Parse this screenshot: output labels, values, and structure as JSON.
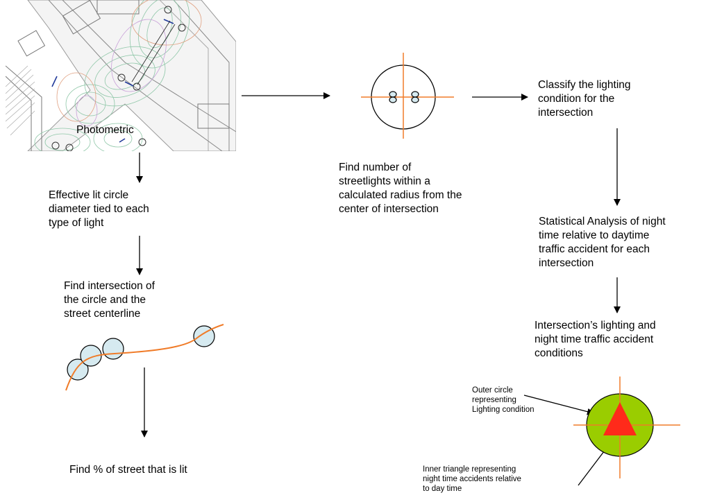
{
  "photometric": {
    "caption": "Photometric"
  },
  "steps": {
    "effective_lit_circle": "Effective lit circle\ndiameter tied to each\ntype of light",
    "find_intersection": "Find intersection of\nthe circle and the\nstreet centerline",
    "find_percent_lit": "Find % of street that is lit",
    "find_streetlights": "Find number of\nstreetlights within a\ncalculated radius from the\ncenter of intersection",
    "classify_lighting": "Classify the lighting\ncondition for the\nintersection",
    "statistical_analysis": "Statistical Analysis of night\ntime relative to daytime\ntraffic accident for each\nintersection",
    "intersection_conditions": "Intersection’s lighting and\nnight time traffic accident\nconditions"
  },
  "legend": {
    "outer_circle": "Outer circle\nrepresenting\nLighting condition",
    "inner_triangle": "Inner triangle representing\nnight time accidents relative\nto day time"
  },
  "colors": {
    "orange_line": "#f07b28",
    "lit_circle_fill": "#d6eaf0",
    "symbol_circle_fill": "#9acd00",
    "triangle_fill": "#ff2a1a",
    "contour_lines": "#8fc7a8"
  }
}
